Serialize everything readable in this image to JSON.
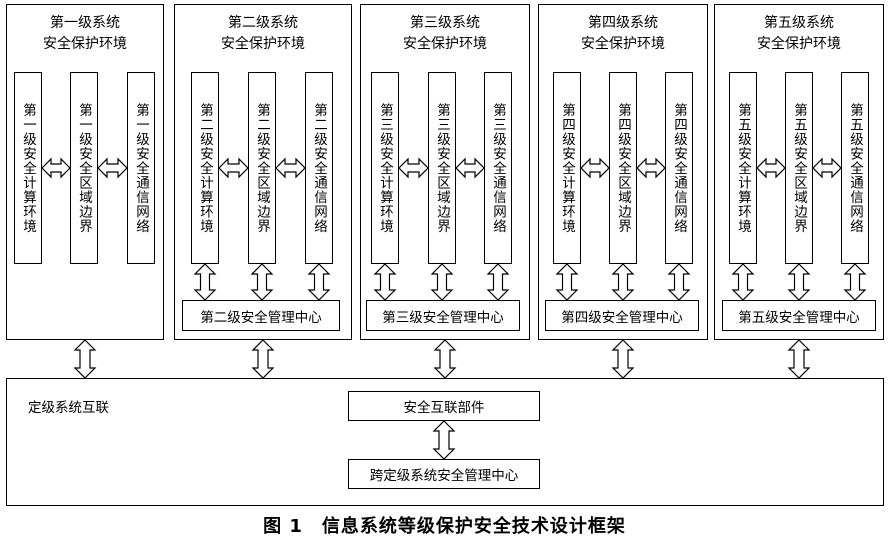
{
  "levels": [
    {
      "title_line1": "第一级系统",
      "title_line2": "安全保护环境",
      "columns": [
        "第一级安全计算环境",
        "第一级安全区域边界",
        "第一级安全通信网络"
      ],
      "management": ""
    },
    {
      "title_line1": "第二级系统",
      "title_line2": "安全保护环境",
      "columns": [
        "第二级安全计算环境",
        "第二级安全区域边界",
        "第二级安全通信网络"
      ],
      "management": "第二级安全管理中心"
    },
    {
      "title_line1": "第三级系统",
      "title_line2": "安全保护环境",
      "columns": [
        "第三级安全计算环境",
        "第三级安全区域边界",
        "第三级安全通信网络"
      ],
      "management": "第三级安全管理中心"
    },
    {
      "title_line1": "第四级系统",
      "title_line2": "安全保护环境",
      "columns": [
        "第四级安全计算环境",
        "第四级安全区域边界",
        "第四级安全通信网络"
      ],
      "management": "第四级安全管理中心"
    },
    {
      "title_line1": "第五级系统",
      "title_line2": "安全保护环境",
      "columns": [
        "第五级安全计算环境",
        "第五级安全区域边界",
        "第五级安全通信网络"
      ],
      "management": "第五级安全管理中心"
    }
  ],
  "interconnect": {
    "label": "定级系统互联",
    "component": "安全互联部件",
    "cross_center": "跨定级系统安全管理中心"
  },
  "caption": "图 1　信息系统等级保护安全技术设计框架"
}
